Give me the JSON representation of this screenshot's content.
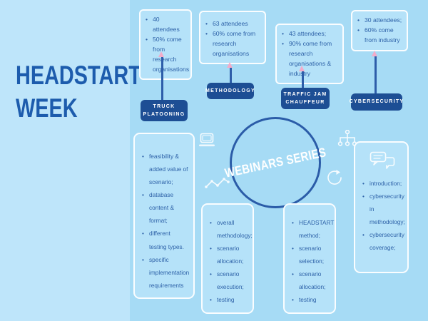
{
  "title": {
    "line1": "HEADSTART",
    "line2": "WEEK"
  },
  "circle": {
    "label": "WEBINARS SERIES"
  },
  "labels": [
    {
      "text": "TRUCK PLATOONING"
    },
    {
      "text": "METHODOLOGY"
    },
    {
      "text": "TRAFFIC JAM CHAUFFEUR"
    },
    {
      "text": "CYBERSECURITY"
    }
  ],
  "stat_boxes": [
    {
      "items": [
        "40 attendees",
        "50% come from research organisations"
      ]
    },
    {
      "items": [
        "63 attendees",
        "60% come from research organisations"
      ]
    },
    {
      "items": [
        "43 attendees;",
        "90% come from research organisations & industry"
      ]
    },
    {
      "items": [
        "30 attendees;",
        "60% come from industry"
      ]
    }
  ],
  "topic_boxes": [
    {
      "items": [
        "feasibility & added value of scenario;",
        "database content & format;",
        "different testing types.",
        "specific implementation requirements"
      ]
    },
    {
      "items": [
        "overall methodology;",
        "scenario allocation;",
        "scenario execution;",
        "testing"
      ]
    },
    {
      "items": [
        "HEADSTART method;",
        "scenario selection;",
        "scenario allocation;",
        "testing"
      ]
    },
    {
      "items": [
        "introduction;",
        "cybersecurity in methodology;",
        "cybersecurity coverage;"
      ]
    }
  ],
  "icons": {
    "laptop": "laptop-icon",
    "globe": "globe-icon",
    "line_chart": "line-chart-icon",
    "org_chart": "org-chart-icon",
    "refresh": "refresh-icon",
    "chat": "chat-icon"
  },
  "colors": {
    "background_main": "#a6dbf5",
    "background_left": "#bee5fa",
    "box_fill": "#b5e2f9",
    "box_border": "#fafdff",
    "navy_label": "#1d4e94",
    "title_blue": "#1d5cad",
    "text_blue": "#2e62a8",
    "connector_blue": "#2d5da9",
    "arrow_pink": "#f2abc9",
    "circle_border": "#2b5ca8"
  }
}
